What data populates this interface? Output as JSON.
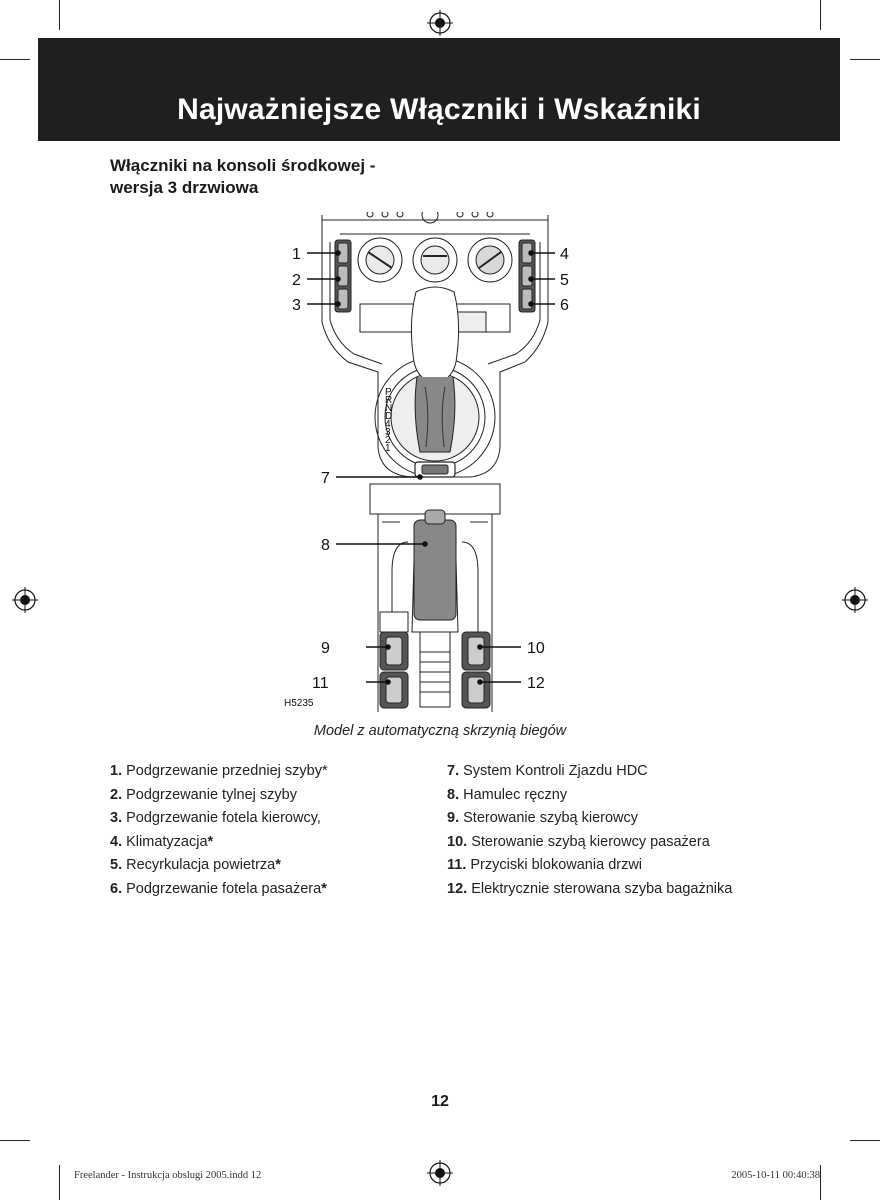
{
  "header": {
    "title": "Najważniejsze Włączniki i Wskaźniki"
  },
  "section": {
    "title_line1": "Włączniki na konsoli środkowej -",
    "title_line2": "wersja 3 drzwiowa"
  },
  "figure": {
    "code": "H5235",
    "caption": "Model z automatyczną skrzynią biegów",
    "callouts": [
      "1",
      "2",
      "3",
      "4",
      "5",
      "6",
      "7",
      "8",
      "9",
      "10",
      "11",
      "12"
    ],
    "gear_labels": [
      "P",
      "R",
      "N",
      "D",
      "4",
      "3",
      "2",
      "1"
    ]
  },
  "items_left": [
    {
      "num": "1.",
      "text": " Podgrzewanie przedniej szyby*"
    },
    {
      "num": "2.",
      "text": " Podgrzewanie tylnej szyby"
    },
    {
      "num": "3.",
      "text": " Podgrzewanie fotela kierowcy,"
    },
    {
      "num": "4.",
      "text": " Klimatyzacja",
      "star": "*"
    },
    {
      "num": "5.",
      "text": " Recyrkulacja powietrza",
      "star": "*"
    },
    {
      "num": "6.",
      "text": " Podgrzewanie fotela pasażera",
      "star": "*"
    }
  ],
  "items_right": [
    {
      "num": "7.",
      "text": " System Kontroli Zjazdu HDC"
    },
    {
      "num": "8.",
      "text": " Hamulec ręczny"
    },
    {
      "num": "9.",
      "text": " Sterowanie szybą kierowcy"
    },
    {
      "num": "10.",
      "text": " Sterowanie szybą kierowcy pasażera"
    },
    {
      "num": "11.",
      "text": " Przyciski blokowania drzwi"
    },
    {
      "num": "12.",
      "text": " Elektrycznie sterowana szyba bagażnika"
    }
  ],
  "page_number": "12",
  "footer": {
    "left": "Freelander - Instrukcja obslugi 2005.indd   12",
    "right": "2005-10-11   00:40:38"
  }
}
